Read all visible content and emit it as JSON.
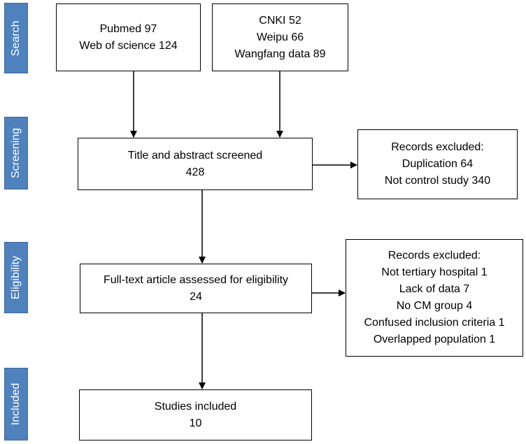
{
  "stages": [
    "Search",
    "Screening",
    "Eligibility",
    "Included"
  ],
  "boxes": {
    "pubmed_wos": {
      "lines": [
        "Pubmed 97",
        "Web of science 124"
      ]
    },
    "chinese_db": {
      "lines": [
        "CNKI 52",
        "Weipu 66",
        "Wangfang data 89"
      ]
    },
    "screened": {
      "lines": [
        "Title and abstract screened",
        "428"
      ]
    },
    "excluded_screening": {
      "lines": [
        "Records excluded:",
        "Duplication 64",
        "Not control study 340"
      ]
    },
    "fulltext": {
      "lines": [
        "Full-text article assessed for eligibility",
        "24"
      ]
    },
    "excluded_fulltext": {
      "lines": [
        "Records excluded:",
        "Not tertiary hospital 1",
        "Lack of data 7",
        "No CM group 4",
        "Confused inclusion criteria 1",
        "Overlapped population 1"
      ]
    },
    "included": {
      "lines": [
        "Studies included",
        "10"
      ]
    }
  },
  "colors": {
    "stage_tab": "#4f81bd",
    "stage_text": "#ffffff",
    "stroke": "#000000"
  }
}
